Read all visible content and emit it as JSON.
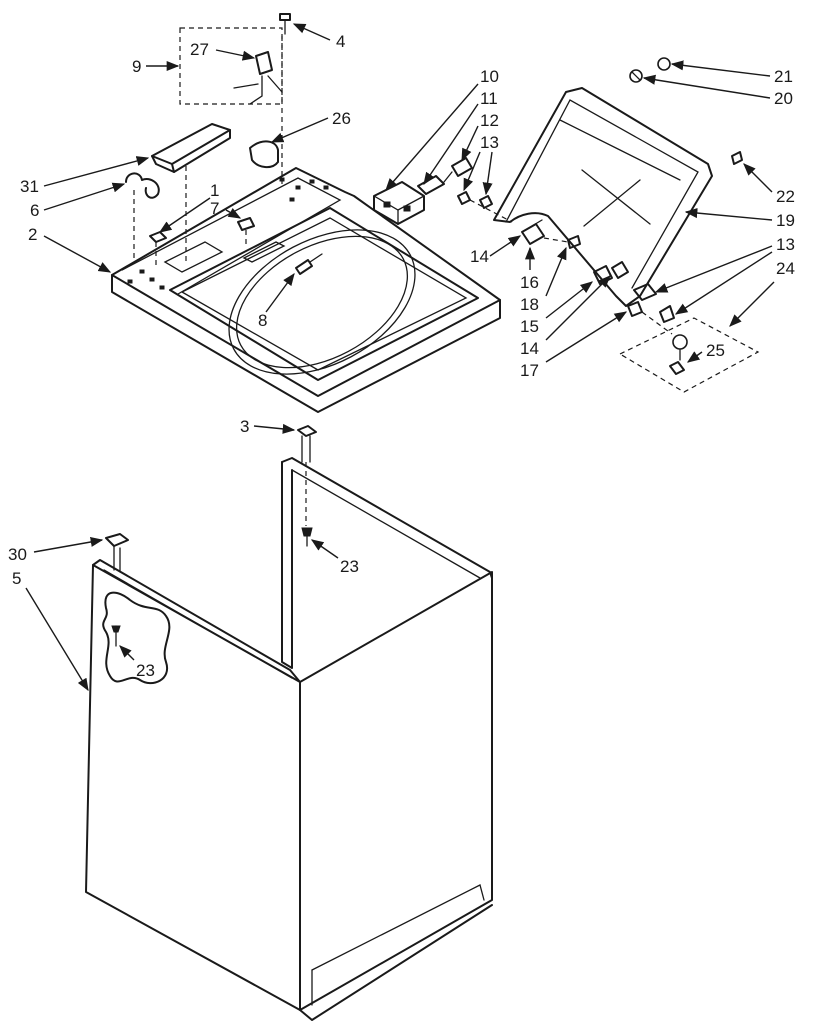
{
  "diagram": {
    "callouts": [
      {
        "id": "c1",
        "label": "1"
      },
      {
        "id": "c2",
        "label": "2"
      },
      {
        "id": "c3",
        "label": "3"
      },
      {
        "id": "c4",
        "label": "4"
      },
      {
        "id": "c5",
        "label": "5"
      },
      {
        "id": "c6",
        "label": "6"
      },
      {
        "id": "c7",
        "label": "7"
      },
      {
        "id": "c8",
        "label": "8"
      },
      {
        "id": "c9",
        "label": "9"
      },
      {
        "id": "c10",
        "label": "10"
      },
      {
        "id": "c11",
        "label": "11"
      },
      {
        "id": "c12",
        "label": "12"
      },
      {
        "id": "c13a",
        "label": "13"
      },
      {
        "id": "c13b",
        "label": "13"
      },
      {
        "id": "c14a",
        "label": "14"
      },
      {
        "id": "c14b",
        "label": "14"
      },
      {
        "id": "c15",
        "label": "15"
      },
      {
        "id": "c16",
        "label": "16"
      },
      {
        "id": "c17",
        "label": "17"
      },
      {
        "id": "c18",
        "label": "18"
      },
      {
        "id": "c19",
        "label": "19"
      },
      {
        "id": "c20",
        "label": "20"
      },
      {
        "id": "c21",
        "label": "21"
      },
      {
        "id": "c22",
        "label": "22"
      },
      {
        "id": "c23a",
        "label": "23"
      },
      {
        "id": "c23b",
        "label": "23"
      },
      {
        "id": "c24",
        "label": "24"
      },
      {
        "id": "c25",
        "label": "25"
      },
      {
        "id": "c26",
        "label": "26"
      },
      {
        "id": "c27",
        "label": "27"
      },
      {
        "id": "c30",
        "label": "30"
      },
      {
        "id": "c31",
        "label": "31"
      }
    ]
  }
}
